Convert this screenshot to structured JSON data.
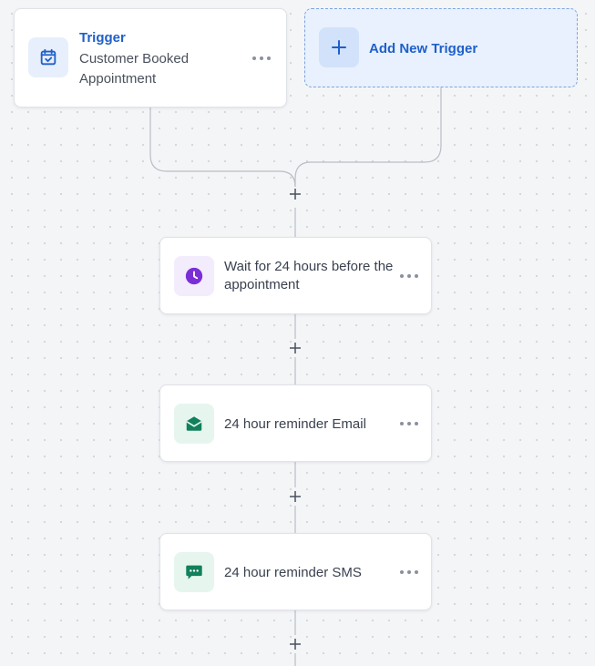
{
  "trigger_card": {
    "title": "Trigger",
    "subtitle": "Customer Booked Appointment",
    "icon": "calendar-check-icon"
  },
  "add_trigger": {
    "label": "Add New Trigger",
    "icon": "plus-icon"
  },
  "steps": [
    {
      "label": "Wait for 24 hours before the appointment",
      "icon": "clock-icon"
    },
    {
      "label": "24 hour reminder Email",
      "icon": "email-icon"
    },
    {
      "label": "24 hour reminder SMS",
      "icon": "sms-icon"
    }
  ],
  "colors": {
    "accent": "#1f5fc9",
    "wait_icon": "#7a2ed6",
    "email_icon": "#12805c",
    "sms_icon": "#12805c",
    "canvas": "#f4f5f7"
  }
}
